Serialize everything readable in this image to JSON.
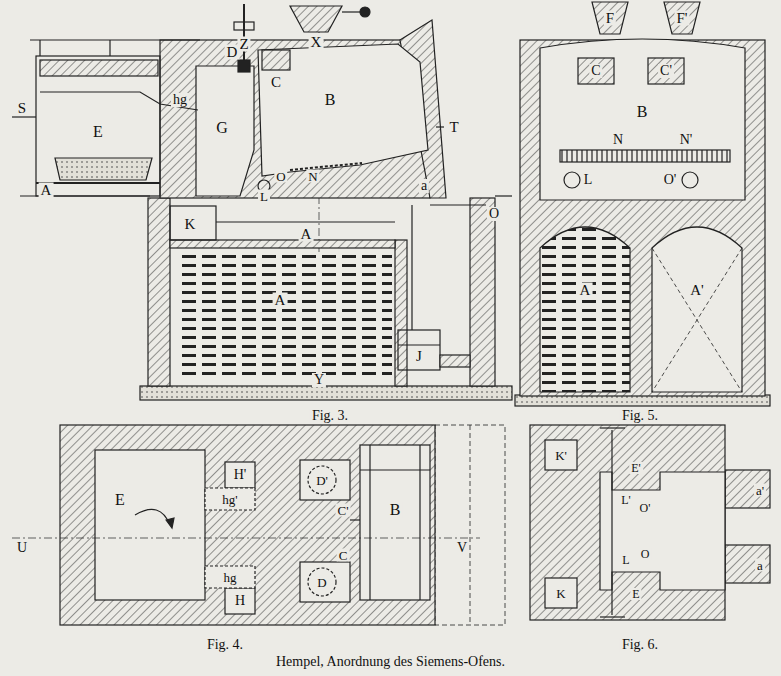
{
  "diagram": {
    "caption": "Hempel, Anordnung des Siemens-Ofens.",
    "labels": [
      "Z",
      "X",
      "D",
      "C",
      "T",
      "B",
      "G",
      "hg",
      "S",
      "E",
      "A",
      "O",
      "N",
      "L",
      "a",
      "O",
      "K",
      "A",
      "A",
      "J",
      "Y",
      "Fig. 3.",
      "F",
      "F'",
      "C",
      "C'",
      "B",
      "N",
      "N'",
      "L",
      "O'",
      "A",
      "A'",
      "Fig. 5.",
      "H'",
      "hg'",
      "D'",
      "C'",
      "B",
      "E",
      "U",
      "hg",
      "V",
      "H",
      "D",
      "C",
      "Fig. 4.",
      "K'",
      "E'",
      "L'",
      "O'",
      "a'",
      "E",
      "L",
      "O",
      "a",
      "K",
      "Fig. 6."
    ]
  }
}
